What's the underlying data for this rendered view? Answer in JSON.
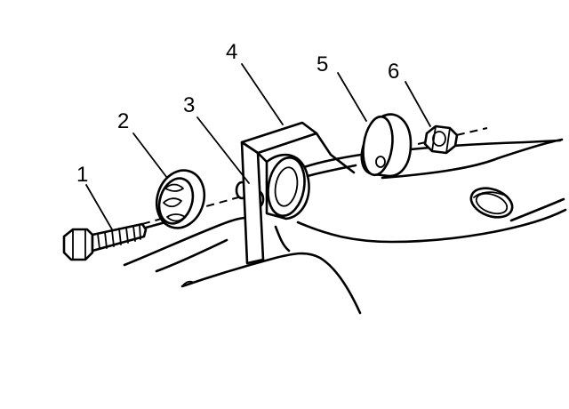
{
  "callouts": [
    {
      "id": "bolt",
      "label": "1"
    },
    {
      "id": "retainer-outer",
      "label": "2"
    },
    {
      "id": "spacer",
      "label": "3"
    },
    {
      "id": "bracket",
      "label": "4"
    },
    {
      "id": "retainer-inner",
      "label": "5"
    },
    {
      "id": "nut",
      "label": "6"
    }
  ]
}
